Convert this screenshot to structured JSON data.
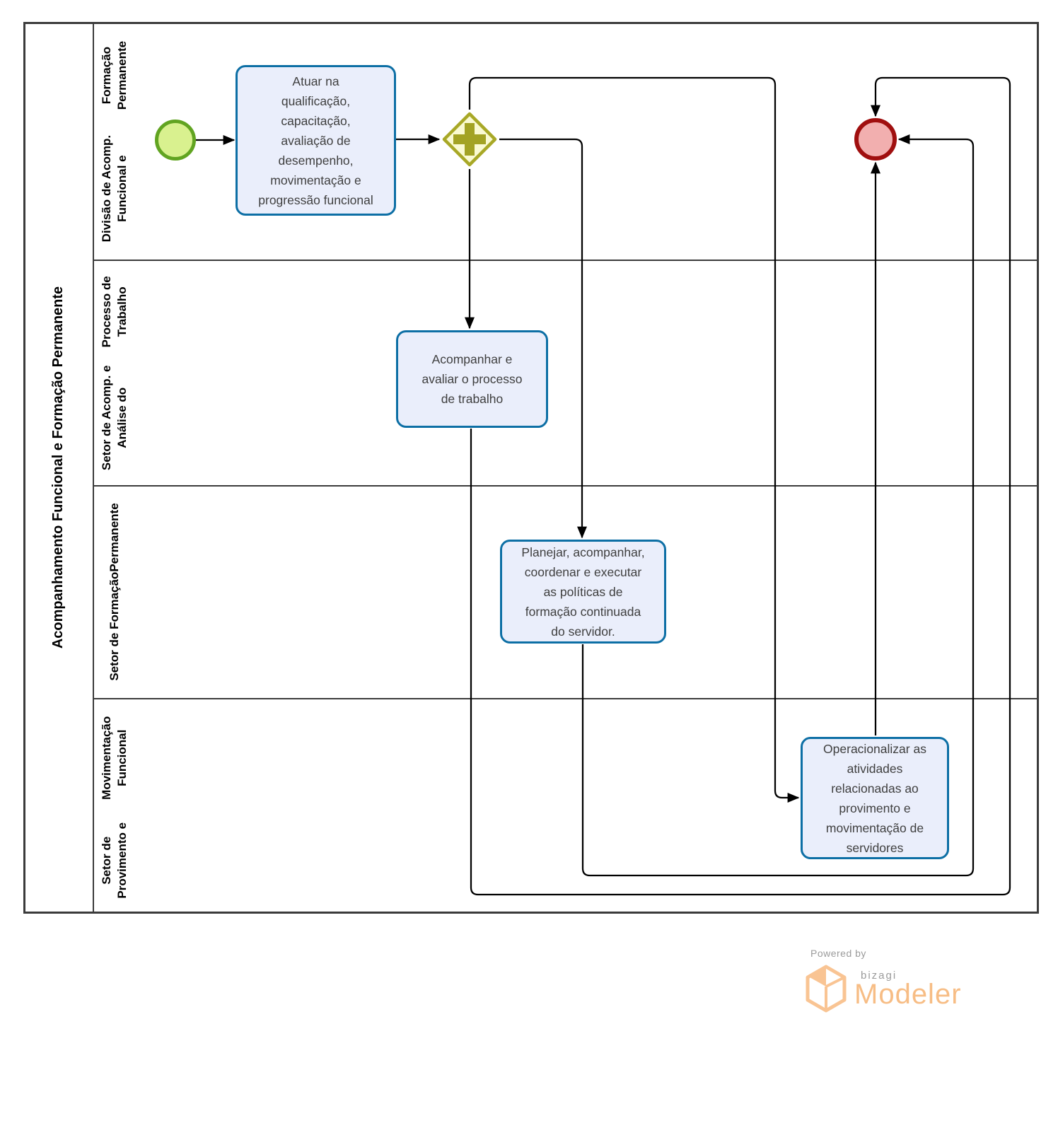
{
  "pool": {
    "title": "Acompanhamento Funcional e Formação Permanente",
    "lanes": [
      {
        "lines": [
          "Divisão de Acomp. Funcional e",
          "Formação Permanente"
        ]
      },
      {
        "lines": [
          "Setor de Acomp. e Análise do",
          "Processo de Trabalho"
        ]
      },
      {
        "lines": [
          "Setor de Formação",
          "Permanente"
        ]
      },
      {
        "lines": [
          "Setor de Provimento e",
          "Movimentação Funcional"
        ]
      }
    ]
  },
  "nodes": {
    "start_event": {
      "type": "start-event"
    },
    "task_atuar": {
      "lines": [
        "Atuar na",
        "qualificação,",
        "capacitação,",
        "avaliação de",
        "desempenho,",
        "movimentação e",
        "progressão funcional"
      ]
    },
    "gateway_parallel": {
      "type": "parallel-gateway"
    },
    "task_acompanhar": {
      "lines": [
        "Acompanhar e",
        "avaliar o processo",
        "de trabalho"
      ]
    },
    "task_planejar": {
      "lines": [
        "Planejar, acompanhar,",
        "coordenar e executar",
        "as políticas de",
        "formação continuada",
        "do servidor."
      ]
    },
    "task_operacionalizar": {
      "lines": [
        "Operacionalizar as",
        "atividades",
        "relacionadas ao",
        "provimento e",
        "movimentação de",
        "servidores"
      ]
    },
    "end_event": {
      "type": "end-event"
    }
  },
  "footer": {
    "powered_by": "Powered by",
    "brand": "bizagi",
    "product": "Modeler"
  },
  "colors": {
    "task_fill": "#eaeefb",
    "task_border": "#0d6fa5",
    "task_text": "#3f3f3f",
    "start_fill": "#d9f18f",
    "start_border": "#61a421",
    "gateway_fill": "#fafad2",
    "gateway_border": "#a8a826",
    "gateway_icon": "#a3a324",
    "end_fill": "#f2afaf",
    "end_border": "#a00f0f",
    "flow_line": "#000000",
    "pool_border": "#3b3b3b",
    "lane_text": "#000000",
    "logo_gray": "#9b9b9b",
    "logo_light_orange": "#f9c493",
    "logo_orange": "#f7bd85"
  }
}
